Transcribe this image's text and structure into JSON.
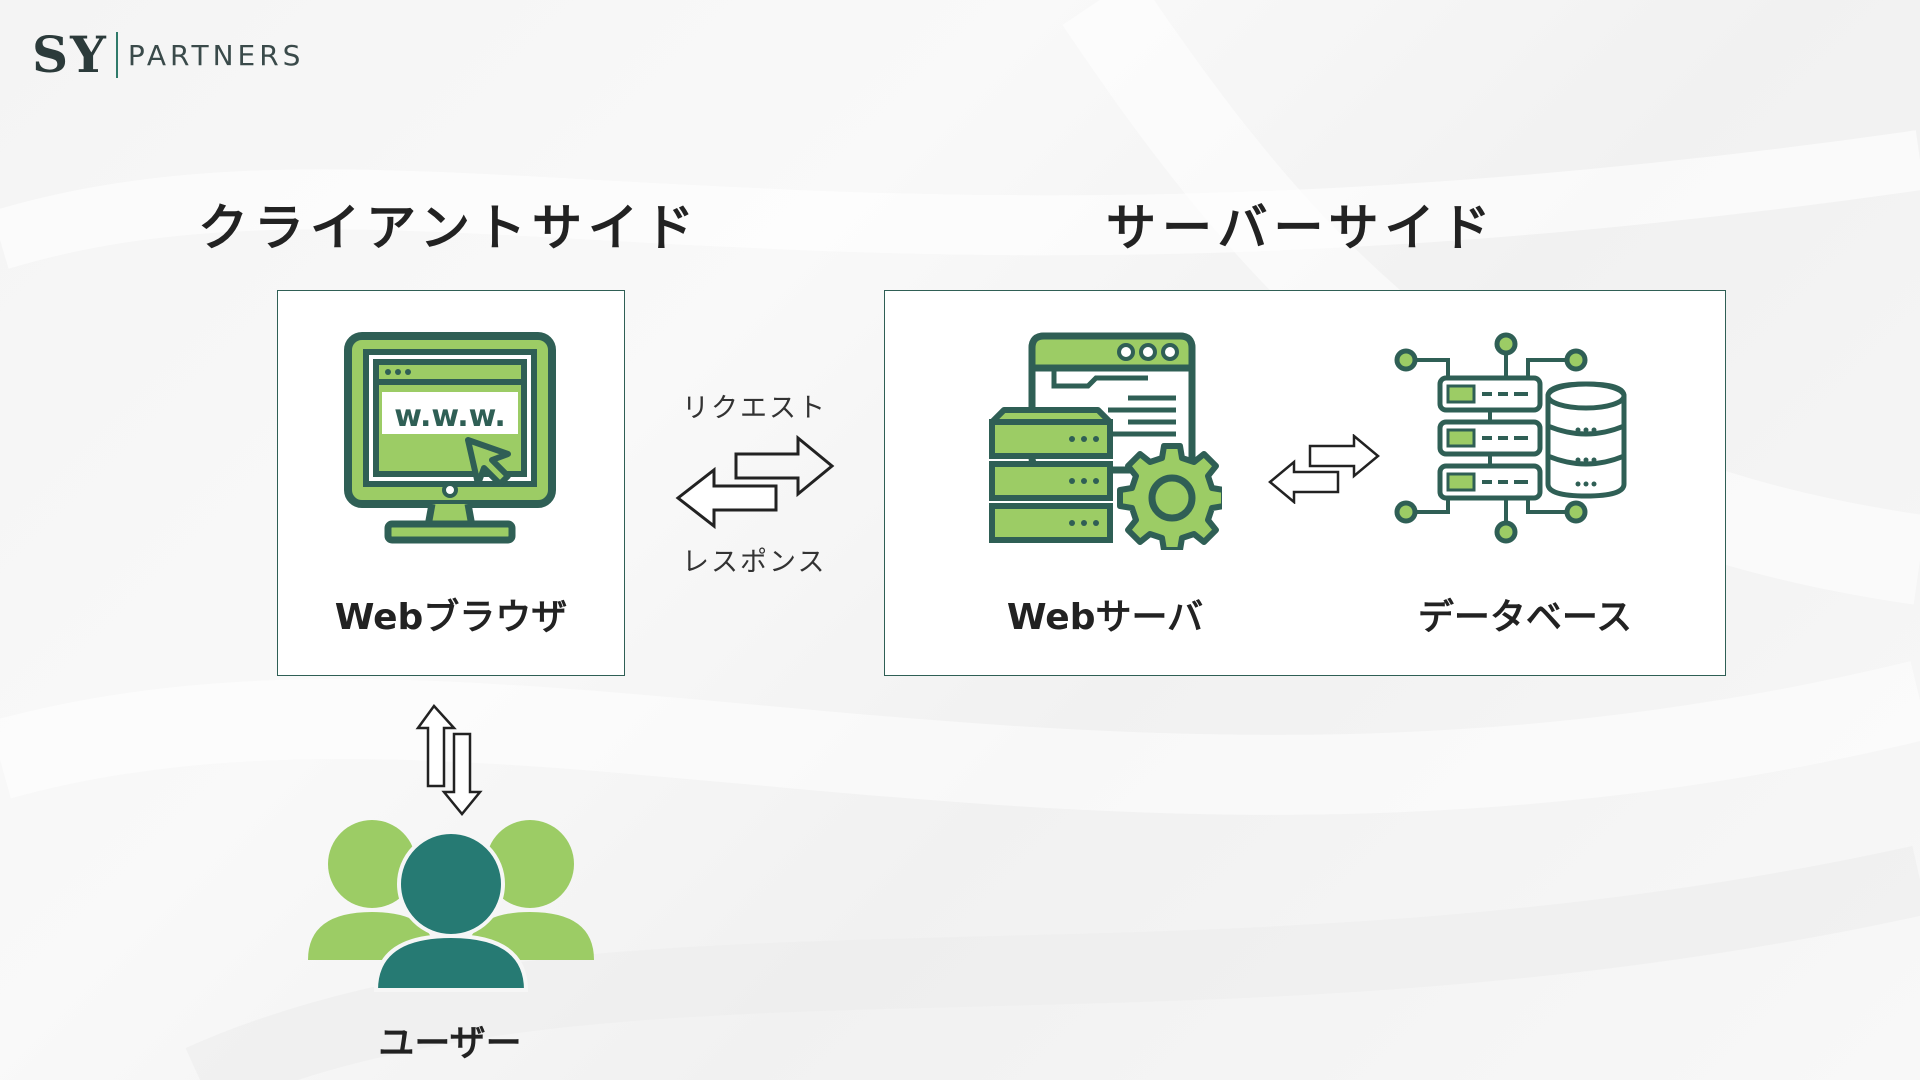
{
  "logo": {
    "mark": "SY",
    "partners": "PARTNERS"
  },
  "sections": {
    "client": {
      "title": "クライアントサイド"
    },
    "server": {
      "title": "サーバーサイド"
    }
  },
  "nodes": {
    "browser": {
      "label": "Webブラウザ",
      "screen_text": "w.w.w."
    },
    "webserver": {
      "label": "Webサーバ"
    },
    "database": {
      "label": "データベース"
    },
    "user": {
      "label": "ユーザー"
    }
  },
  "arrows": {
    "request": "リクエスト",
    "response": "レスポンス"
  },
  "colors": {
    "dark_green": "#2f5f55",
    "light_green": "#9ccc65",
    "teal": "#267a73",
    "box_border": "#2f5f55"
  }
}
